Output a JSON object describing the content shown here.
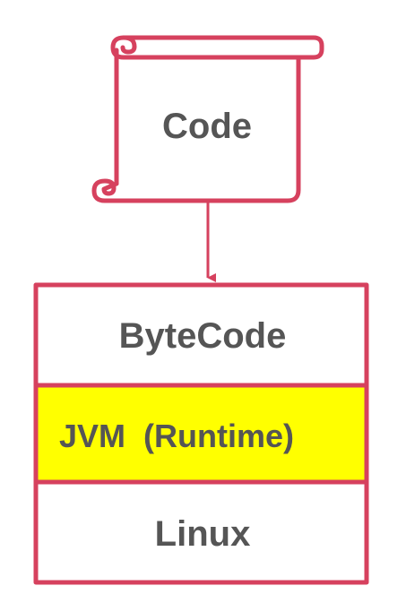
{
  "colors": {
    "outline": "#d6415e",
    "text": "#555555",
    "highlight": "#ffff00",
    "background": "#ffffff"
  },
  "scroll": {
    "label": "Code"
  },
  "stack": {
    "layers": [
      {
        "label": "ByteCode",
        "fill": "#ffffff"
      },
      {
        "label": "JVM  (Runtime)",
        "fill": "#ffff00"
      },
      {
        "label": "Linux",
        "fill": "#ffffff"
      }
    ]
  }
}
